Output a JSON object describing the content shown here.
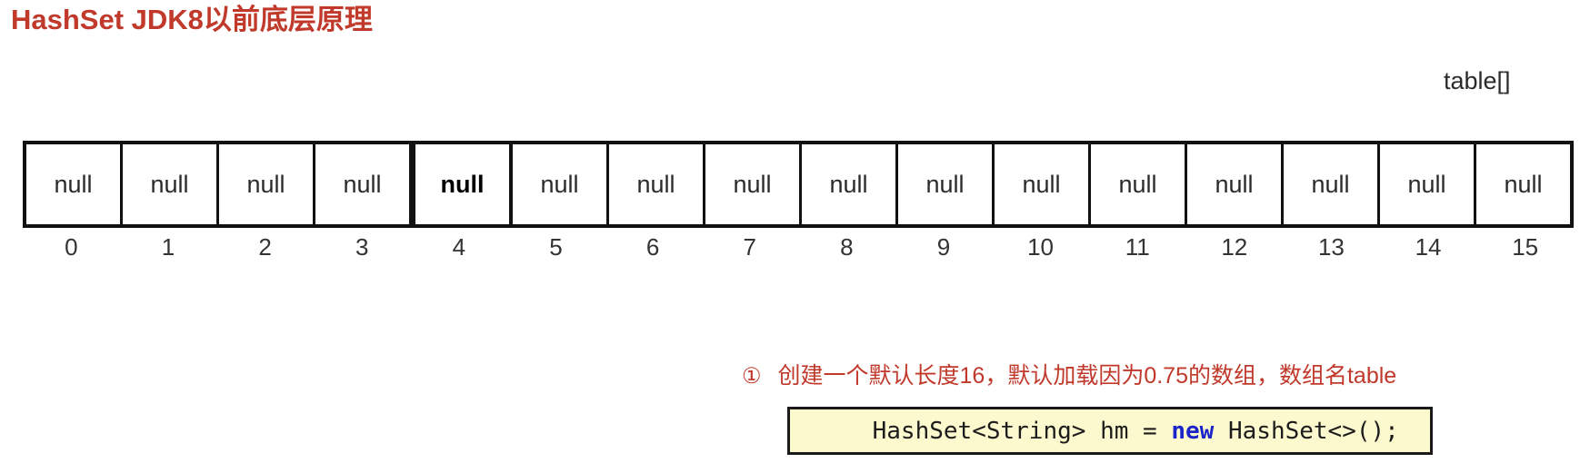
{
  "slide": {
    "title": "HashSet JDK8以前底层原理",
    "title_color": "#C0392B"
  },
  "array_diagram": {
    "caption": "table[]",
    "length": 16,
    "cells": [
      {
        "value": "null",
        "index": "0",
        "highlight": false
      },
      {
        "value": "null",
        "index": "1",
        "highlight": false
      },
      {
        "value": "null",
        "index": "2",
        "highlight": false
      },
      {
        "value": "null",
        "index": "3",
        "highlight": false
      },
      {
        "value": "null",
        "index": "4",
        "highlight": true
      },
      {
        "value": "null",
        "index": "5",
        "highlight": false
      },
      {
        "value": "null",
        "index": "6",
        "highlight": false
      },
      {
        "value": "null",
        "index": "7",
        "highlight": false
      },
      {
        "value": "null",
        "index": "8",
        "highlight": false
      },
      {
        "value": "null",
        "index": "9",
        "highlight": false
      },
      {
        "value": "null",
        "index": "10",
        "highlight": false
      },
      {
        "value": "null",
        "index": "11",
        "highlight": false
      },
      {
        "value": "null",
        "index": "12",
        "highlight": false
      },
      {
        "value": "null",
        "index": "13",
        "highlight": false
      },
      {
        "value": "null",
        "index": "14",
        "highlight": false
      },
      {
        "value": "null",
        "index": "15",
        "highlight": false
      }
    ]
  },
  "annotation": {
    "marker": "①",
    "text": "创建一个默认长度16，默认加载因为0.75的数组，数组名table",
    "color": "#C0392B"
  },
  "code_box": {
    "background": "#FDF9CE",
    "border_color": "#1a1a1a",
    "keyword_color": "#1B24C8",
    "prefix": "HashSet<String> hm = ",
    "keyword": "new",
    "suffix": " HashSet<>();"
  }
}
